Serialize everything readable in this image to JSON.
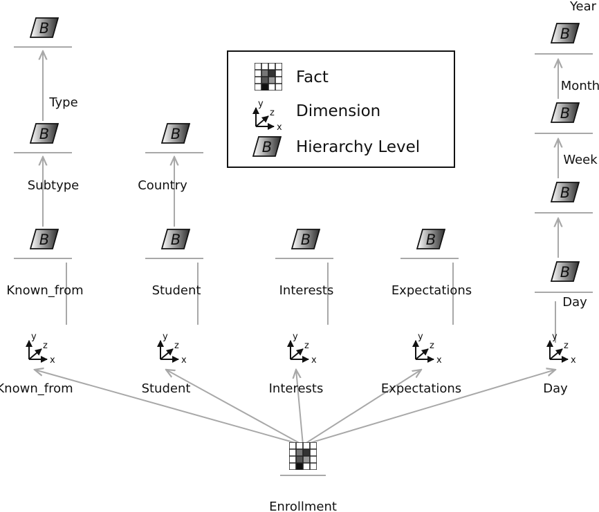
{
  "legend": {
    "fact": "Fact",
    "dimension": "Dimension",
    "level": "Hierarchy Level"
  },
  "level_glyph": "B",
  "axis_letters": {
    "x": "x",
    "y": "y",
    "z": "z"
  },
  "fact": {
    "name": "Enrollment"
  },
  "dimensions": [
    {
      "name": "Known_from",
      "levels": [
        "Known_from",
        "Subtype",
        "Type"
      ]
    },
    {
      "name": "Student",
      "levels": [
        "Student",
        "Country"
      ]
    },
    {
      "name": "Interests",
      "levels": [
        "Interests"
      ]
    },
    {
      "name": "Expectations",
      "levels": [
        "Expectations"
      ]
    },
    {
      "name": "Day",
      "levels": [
        "Day",
        "Week",
        "Month",
        "Year"
      ]
    }
  ]
}
